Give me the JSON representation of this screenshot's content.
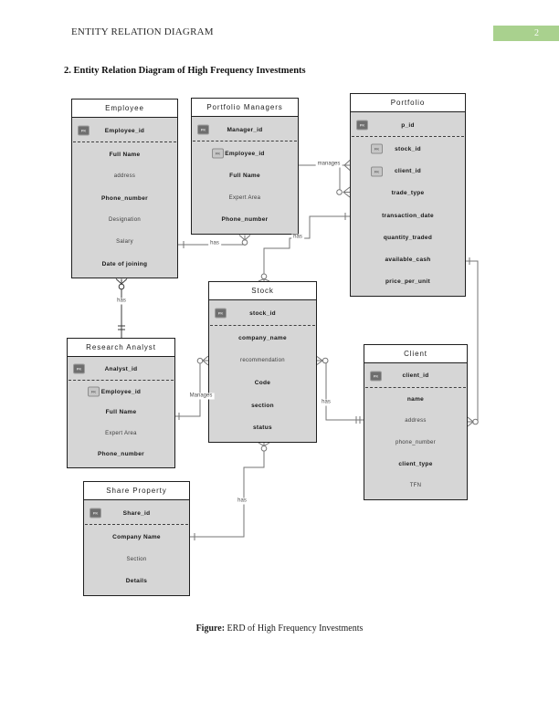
{
  "page": {
    "header": {
      "title": "ENTITY RELATION DIAGRAM",
      "page_number": "2",
      "page_badge_color": "#a9d18e"
    },
    "section_heading": "2. Entity Relation Diagram of High Frequency Investments",
    "caption": {
      "prefix": "Figure:",
      "text": " ERD of High Frequency Investments"
    }
  },
  "diagram": {
    "colors": {
      "entity_body": "#d6d6d6",
      "entity_header_bg": "#ffffff",
      "border": "#1f1f1f",
      "connector": "#767676",
      "pk_icon_bg": "#6e6e6e",
      "fk_icon_bg": "#c6c6c6"
    },
    "key_labels": {
      "pk": "PK",
      "fk": "FK"
    },
    "entities": [
      {
        "id": "employee",
        "title": "Employee",
        "fields": [
          {
            "text": "Employee_id",
            "key": "pk",
            "weight": "bold",
            "divider_after": true
          },
          {
            "text": "Full Name",
            "weight": "bold"
          },
          {
            "text": "address",
            "weight": "regular"
          },
          {
            "text": "Phone_number",
            "weight": "bold"
          },
          {
            "text": "Designation",
            "weight": "regular"
          },
          {
            "text": "Salary",
            "weight": "regular"
          },
          {
            "text": "Date of joining",
            "weight": "bold"
          }
        ]
      },
      {
        "id": "portfolio-managers",
        "title": "Portfolio Managers",
        "fields": [
          {
            "text": "Manager_id",
            "key": "pk",
            "weight": "bold",
            "divider_after": true
          },
          {
            "text": "Employee_id",
            "key": "fk",
            "weight": "bold"
          },
          {
            "text": "Full Name",
            "weight": "bold"
          },
          {
            "text": "Expert Area",
            "weight": "regular"
          },
          {
            "text": "Phone_number",
            "weight": "bold"
          }
        ]
      },
      {
        "id": "portfolio",
        "title": "Portfolio",
        "fields": [
          {
            "text": "p_id",
            "key": "pk",
            "weight": "bold",
            "divider_after": true
          },
          {
            "text": "stock_id",
            "key": "fk",
            "weight": "bold"
          },
          {
            "text": "client_id",
            "key": "fk",
            "weight": "bold"
          },
          {
            "text": "trade_type",
            "weight": "bold"
          },
          {
            "text": "transaction_date",
            "weight": "bold"
          },
          {
            "text": "quantity_traded",
            "weight": "bold"
          },
          {
            "text": "available_cash",
            "weight": "bold"
          },
          {
            "text": "price_per_unit",
            "weight": "bold"
          }
        ]
      },
      {
        "id": "stock",
        "title": "Stock",
        "fields": [
          {
            "text": "stock_id",
            "key": "pk",
            "weight": "bold",
            "divider_after": true
          },
          {
            "text": "company_name",
            "weight": "bold"
          },
          {
            "text": "recommendation",
            "weight": "regular"
          },
          {
            "text": "Code",
            "weight": "bold"
          },
          {
            "text": "section",
            "weight": "bold"
          },
          {
            "text": "status",
            "weight": "bold"
          }
        ]
      },
      {
        "id": "research-analyst",
        "title": "Research Analyst",
        "fields": [
          {
            "text": "Analyst_id",
            "key": "pk",
            "weight": "bold",
            "divider_after": true
          },
          {
            "text": "Employee_id",
            "key": "fk",
            "weight": "bold"
          },
          {
            "text": "Full Name",
            "weight": "bold"
          },
          {
            "text": "Expert Area",
            "weight": "regular"
          },
          {
            "text": "Phone_number",
            "weight": "bold"
          }
        ]
      },
      {
        "id": "client",
        "title": "Client",
        "fields": [
          {
            "text": "client_id",
            "key": "pk",
            "weight": "bold",
            "divider_after": true
          },
          {
            "text": "name",
            "weight": "bold"
          },
          {
            "text": "address",
            "weight": "regular"
          },
          {
            "text": "phone_number",
            "weight": "regular"
          },
          {
            "text": "client_type",
            "weight": "bold"
          },
          {
            "text": "TFN",
            "weight": "regular"
          }
        ]
      },
      {
        "id": "share-property",
        "title": "Share Property",
        "fields": [
          {
            "text": "Share_id",
            "key": "pk",
            "weight": "bold",
            "divider_after": true
          },
          {
            "text": "Company Name",
            "weight": "bold"
          },
          {
            "text": "Section",
            "weight": "regular"
          },
          {
            "text": "Details",
            "weight": "bold"
          }
        ]
      }
    ],
    "relationship_labels": [
      {
        "id": "employee-portfolio-managers",
        "text": "has"
      },
      {
        "id": "portfolio-managers-portfolio",
        "text": "manages"
      },
      {
        "id": "portfolio-stock",
        "text": "has"
      },
      {
        "id": "employee-research-analyst",
        "text": "has"
      },
      {
        "id": "research-analyst-stock",
        "text": "Manages"
      },
      {
        "id": "stock-client",
        "text": "has"
      },
      {
        "id": "stock-share-property",
        "text": "has"
      }
    ]
  }
}
